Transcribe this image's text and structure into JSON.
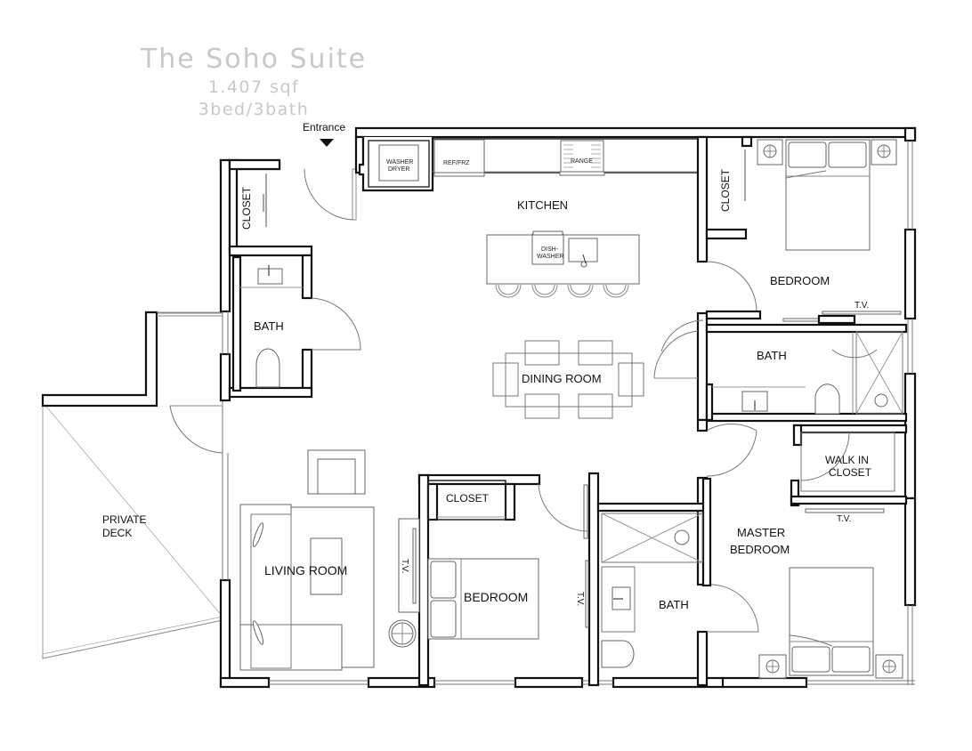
{
  "header": {
    "title": "The Soho Suite",
    "area": "1.407 sqf",
    "layout": "3bed/3bath"
  },
  "entrance": {
    "label": "Entrance",
    "marker": "down-triangle-icon"
  },
  "rooms": {
    "kitchen": "KITCHEN",
    "dining": "DINING ROOM",
    "living": "LIVING ROOM",
    "private_deck_line1": "PRIVATE",
    "private_deck_line2": "DECK",
    "bedroom_ne": "BEDROOM",
    "bedroom_center": "BEDROOM",
    "master_line1": "MASTER",
    "master_line2": "BEDROOM",
    "bath_west": "BATH",
    "bath_east": "BATH",
    "bath_south": "BATH",
    "closet_west": "CLOSET",
    "closet_ne": "CLOSET",
    "closet_center": "CLOSET",
    "walkin_line1": "WALK IN",
    "walkin_line2": "CLOSET"
  },
  "appliances": {
    "washer_line1": "WASHER",
    "washer_line2": "DRYER",
    "fridge": "REF/FRZ",
    "range": "RANGE",
    "dishwasher_line1": "DISH-",
    "dishwasher_line2": "WASHER"
  },
  "tv_labels": {
    "ne_bedroom": "T.V.",
    "master": "T.V.",
    "living": "T.V.",
    "center_bedroom": "T.V."
  }
}
